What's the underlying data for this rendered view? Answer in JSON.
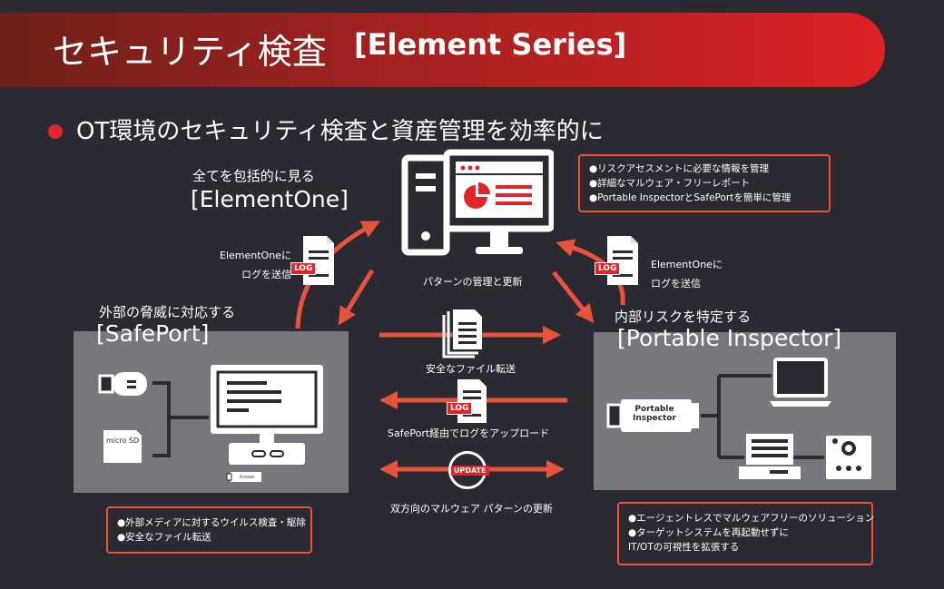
{
  "title": {
    "main": "セキュリティ検査",
    "series": "[Element Series]"
  },
  "headline": "OT環境のセキュリティ検査と資産管理を効率的に",
  "element_one": {
    "caption": "全てを包括的に見る",
    "name": "[ElementOne]",
    "monitor_label": "パターンの管理と更新",
    "features": [
      "●リスクアセスメントに必要な情報を管理",
      "●詳細なマルウェア・フリーレポート",
      "●Portable InspectorとSafePortを簡単に管理"
    ]
  },
  "log_send_left": {
    "line1": "ElementOneに",
    "line2": "ログを送信",
    "tag": "LOG"
  },
  "log_send_right": {
    "line1": "ElementOneに",
    "line2": "ログを送信",
    "tag": "LOG"
  },
  "safeport": {
    "caption": "外部の脅威に対応する",
    "name": "[SafePort]",
    "micro_sd": "micro SD",
    "mini_label": "Portable",
    "features": [
      "●外部メディアに対するウイルス検査・駆除",
      "●安全なファイル転送"
    ]
  },
  "portable": {
    "caption": "内部リスクを特定する",
    "name": "[Portable Inspector]",
    "device_label_1": "Portable",
    "device_label_2": "Inspector",
    "features": [
      "●エージェントレスでマルウェアフリーのソリューション",
      "●ターゲットシステムを再起動せずに",
      "IT/OTの可視性を拡張する"
    ]
  },
  "flows": {
    "transfer": "安全なファイル転送",
    "upload": "SafePort経由でログをアップロード",
    "upload_tag": "LOG",
    "update": "双方向のマルウェア パターンの更新",
    "update_tag": "UPDATE"
  },
  "colors": {
    "background": "#2b2a33",
    "accent": "#e0262b",
    "arrow": "#e8533c",
    "panel": "#77777e"
  }
}
